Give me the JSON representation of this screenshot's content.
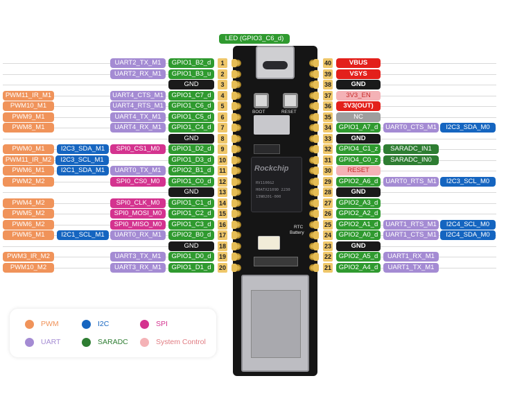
{
  "top_label": "LED (GPIO3_C6_d)",
  "board": {
    "button_left": "BOOT",
    "button_right": "RESET",
    "chip_logo": "Rockchip",
    "chip_lines": [
      "RV1106G2",
      "H0ATX2109D 2230",
      "13N0201-000"
    ],
    "rtc_label_1": "RTC",
    "rtc_label_2": "Battery"
  },
  "colors": {
    "PWM": "#f0935a",
    "I2C": "#1565c0",
    "SPI": "#d4338f",
    "UART": "#a48bd3",
    "SARADC": "#2e7d32",
    "SYS": "#f4b2b6",
    "GPIO": "#2f9a2f",
    "GND": "#1a1a1a",
    "VBUS": "#e3201b",
    "NC": "#9e9e9e",
    "PINNUM": "#efc76a"
  },
  "pins_left": [
    {
      "num": "1",
      "gpio": "GPIO1_B2_d",
      "labels": [
        {
          "text": "UART2_TX_M1",
          "type": "UART"
        }
      ]
    },
    {
      "num": "2",
      "gpio": "GPIO1_B3_u",
      "labels": [
        {
          "text": "UART2_RX_M1",
          "type": "UART"
        }
      ]
    },
    {
      "num": "3",
      "gpio": "GND",
      "labels": []
    },
    {
      "num": "4",
      "gpio": "GPIO1_C7_d",
      "labels": [
        {
          "text": "UART4_CTS_M1",
          "type": "UART"
        },
        {
          "text": "PWM11_IR_M1",
          "type": "PWM"
        }
      ]
    },
    {
      "num": "5",
      "gpio": "GPIO1_C6_d",
      "labels": [
        {
          "text": "UART4_RTS_M1",
          "type": "UART"
        },
        {
          "text": "PWM10_M1",
          "type": "PWM"
        }
      ]
    },
    {
      "num": "6",
      "gpio": "GPIO1_C5_d",
      "labels": [
        {
          "text": "UART4_TX_M1",
          "type": "UART"
        },
        {
          "text": "PWM9_M1",
          "type": "PWM"
        }
      ]
    },
    {
      "num": "7",
      "gpio": "GPIO1_C4_d",
      "labels": [
        {
          "text": "UART4_RX_M1",
          "type": "UART"
        },
        {
          "text": "PWM8_M1",
          "type": "PWM"
        }
      ]
    },
    {
      "num": "8",
      "gpio": "GND",
      "labels": []
    },
    {
      "num": "9",
      "gpio": "GPIO1_D2_d",
      "labels": [
        {
          "text": "SPI0_CS1_M0",
          "type": "SPI"
        },
        {
          "text": "I2C3_SDA_M1",
          "type": "I2C"
        },
        {
          "text": "PWM0_M1",
          "type": "PWM"
        }
      ]
    },
    {
      "num": "10",
      "gpio": "GPIO1_D3_d",
      "labels": [
        {
          "text": "I2C3_SCL_M1",
          "type": "I2C"
        },
        {
          "text": "PWM11_IR_M2",
          "type": "PWM"
        }
      ]
    },
    {
      "num": "11",
      "gpio": "GPIO2_B1_d",
      "labels": [
        {
          "text": "UART0_TX_M1",
          "type": "UART"
        },
        {
          "text": "I2C1_SDA_M1",
          "type": "I2C"
        },
        {
          "text": "PWM6_M1",
          "type": "PWM"
        }
      ]
    },
    {
      "num": "12",
      "gpio": "GPIO1_C0_d",
      "labels": [
        {
          "text": "SPI0_CS0_M0",
          "type": "SPI"
        },
        {
          "text": "PWM2_M2",
          "type": "PWM"
        }
      ]
    },
    {
      "num": "13",
      "gpio": "GND",
      "labels": []
    },
    {
      "num": "14",
      "gpio": "GPIO1_C1_d",
      "labels": [
        {
          "text": "SPI0_CLK_M0",
          "type": "SPI"
        },
        {
          "text": "PWM4_M2",
          "type": "PWM"
        }
      ]
    },
    {
      "num": "15",
      "gpio": "GPIO1_C2_d",
      "labels": [
        {
          "text": "SPI0_MOSI_M0",
          "type": "SPI"
        },
        {
          "text": "PWM5_M2",
          "type": "PWM"
        }
      ]
    },
    {
      "num": "16",
      "gpio": "GPIO1_C3_d",
      "labels": [
        {
          "text": "SPI0_MISO_M0",
          "type": "SPI"
        },
        {
          "text": "PWM6_M2",
          "type": "PWM"
        }
      ]
    },
    {
      "num": "17",
      "gpio": "GPIO2_B0_d",
      "labels": [
        {
          "text": "UART0_RX_M1",
          "type": "UART"
        },
        {
          "text": "I2C1_SCL_M1",
          "type": "I2C"
        },
        {
          "text": "PWM5_M1",
          "type": "PWM"
        }
      ]
    },
    {
      "num": "18",
      "gpio": "GND",
      "labels": []
    },
    {
      "num": "19",
      "gpio": "GPIO1_D0_d",
      "labels": [
        {
          "text": "UART3_TX_M1",
          "type": "UART"
        },
        {
          "text": "PWM3_IR_M2",
          "type": "PWM"
        }
      ]
    },
    {
      "num": "20",
      "gpio": "GPIO1_D1_d",
      "labels": [
        {
          "text": "UART3_RX_M1",
          "type": "UART"
        },
        {
          "text": "PWM10_M2",
          "type": "PWM"
        }
      ]
    }
  ],
  "pins_right": [
    {
      "num": "40",
      "gpio": "VBUS",
      "gtype": "VBUS",
      "labels": []
    },
    {
      "num": "39",
      "gpio": "VSYS",
      "gtype": "VBUS",
      "labels": []
    },
    {
      "num": "38",
      "gpio": "GND",
      "gtype": "GND",
      "labels": []
    },
    {
      "num": "37",
      "gpio": "3V3_EN",
      "gtype": "SYS",
      "labels": []
    },
    {
      "num": "36",
      "gpio": "3V3(OUT)",
      "gtype": "VBUS",
      "labels": []
    },
    {
      "num": "35",
      "gpio": "NC",
      "gtype": "NC",
      "labels": []
    },
    {
      "num": "34",
      "gpio": "GPIO1_A7_d",
      "gtype": "GPIO",
      "labels": [
        {
          "text": "UART0_CTS_M1",
          "type": "UART"
        },
        {
          "text": "I2C3_SDA_M0",
          "type": "I2C"
        }
      ]
    },
    {
      "num": "33",
      "gpio": "GND",
      "gtype": "GND",
      "labels": []
    },
    {
      "num": "32",
      "gpio": "GPIO4_C1_z",
      "gtype": "GPIO",
      "labels": [
        {
          "text": "SARADC_IN1",
          "type": "SARADC"
        }
      ]
    },
    {
      "num": "31",
      "gpio": "GPIO4_C0_z",
      "gtype": "GPIO",
      "labels": [
        {
          "text": "SARADC_IN0",
          "type": "SARADC"
        }
      ]
    },
    {
      "num": "30",
      "gpio": "RESET",
      "gtype": "SYS",
      "labels": []
    },
    {
      "num": "29",
      "gpio": "GPIO2_A6_d",
      "gtype": "GPIO",
      "labels": [
        {
          "text": "UART0_RTS_M1",
          "type": "UART"
        },
        {
          "text": "I2C3_SCL_M0",
          "type": "I2C"
        }
      ]
    },
    {
      "num": "28",
      "gpio": "GND",
      "gtype": "GND",
      "labels": []
    },
    {
      "num": "27",
      "gpio": "GPIO2_A3_d",
      "gtype": "GPIO",
      "labels": []
    },
    {
      "num": "26",
      "gpio": "GPIO2_A2_d",
      "gtype": "GPIO",
      "labels": []
    },
    {
      "num": "25",
      "gpio": "GPIO2_A1_d",
      "gtype": "GPIO",
      "labels": [
        {
          "text": "UART1_RTS_M1",
          "type": "UART"
        },
        {
          "text": "I2C4_SCL_M0",
          "type": "I2C"
        }
      ]
    },
    {
      "num": "24",
      "gpio": "GPIO2_A0_d",
      "gtype": "GPIO",
      "labels": [
        {
          "text": "UART1_CTS_M1",
          "type": "UART"
        },
        {
          "text": "I2C4_SDA_M0",
          "type": "I2C"
        }
      ]
    },
    {
      "num": "23",
      "gpio": "GND",
      "gtype": "GND",
      "labels": []
    },
    {
      "num": "22",
      "gpio": "GPIO2_A5_d",
      "gtype": "GPIO",
      "labels": [
        {
          "text": "UART1_RX_M1",
          "type": "UART"
        }
      ]
    },
    {
      "num": "21",
      "gpio": "GPIO2_A4_d",
      "gtype": "GPIO",
      "labels": [
        {
          "text": "UART1_TX_M1",
          "type": "UART"
        }
      ]
    }
  ],
  "legend": [
    {
      "label": "PWM",
      "type": "PWM"
    },
    {
      "label": "I2C",
      "type": "I2C"
    },
    {
      "label": "SPI",
      "type": "SPI"
    },
    {
      "label": "UART",
      "type": "UART"
    },
    {
      "label": "SARADC",
      "type": "SARADC"
    },
    {
      "label": "System Control",
      "type": "SYS"
    }
  ]
}
